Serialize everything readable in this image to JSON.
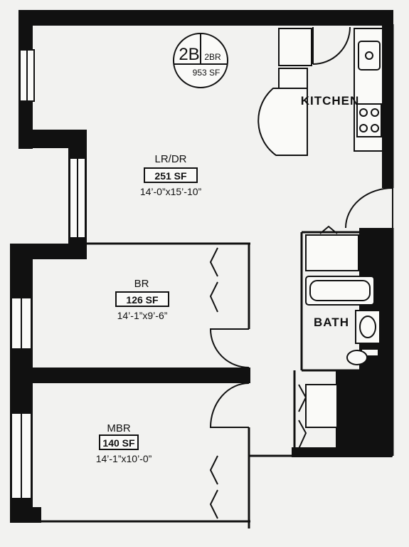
{
  "unit": {
    "code": "2B",
    "type": "2BR",
    "total_area": "953 SF"
  },
  "rooms": {
    "lrdr": {
      "name": "LR/DR",
      "area": "251 SF",
      "dims": "14’-0”x15’-10”"
    },
    "br": {
      "name": "BR",
      "area": "126 SF",
      "dims": "14’-1”x9’-6”"
    },
    "mbr": {
      "name": "MBR",
      "area": "140 SF",
      "dims": "14’-1”x10’-0”"
    },
    "kitchen": {
      "name": "KITCHEN"
    },
    "bath": {
      "name": "BATH"
    }
  },
  "colors": {
    "wall": "#111111",
    "paper": "#f2f2f0"
  }
}
